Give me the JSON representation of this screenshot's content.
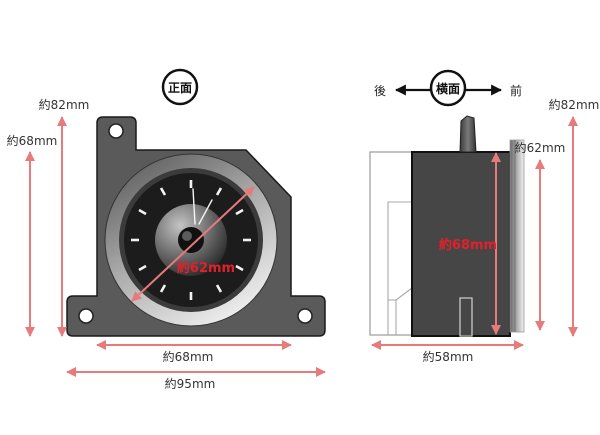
{
  "front_view": {
    "label": "正面",
    "dimensions": {
      "total_height": "約82mm",
      "body_height": "約68mm",
      "body_width": "約68mm",
      "total_width": "約95mm",
      "dial_diameter": "約62mm"
    }
  },
  "side_view": {
    "label": "横面",
    "rear_label": "後",
    "front_label": "前",
    "dimensions": {
      "body_height": "約68mm",
      "bezel_height": "約62mm",
      "total_height": "約82mm",
      "depth": "約58mm"
    }
  },
  "icons": {
    "rear_direction": "arrow-left-icon",
    "front_direction": "arrow-right-icon"
  },
  "colors": {
    "dimension_line": "#e77b7b",
    "highlight_text": "#e3202a",
    "label_text": "#333333",
    "mounting_plate": "#5a5a5a",
    "body": "#464646",
    "dial": "#1c1c1c"
  }
}
